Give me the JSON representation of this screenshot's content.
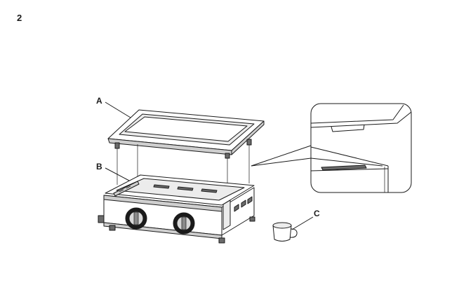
{
  "step": {
    "number": "2"
  },
  "callouts": {
    "a": "A",
    "b": "B",
    "c": "C"
  }
}
